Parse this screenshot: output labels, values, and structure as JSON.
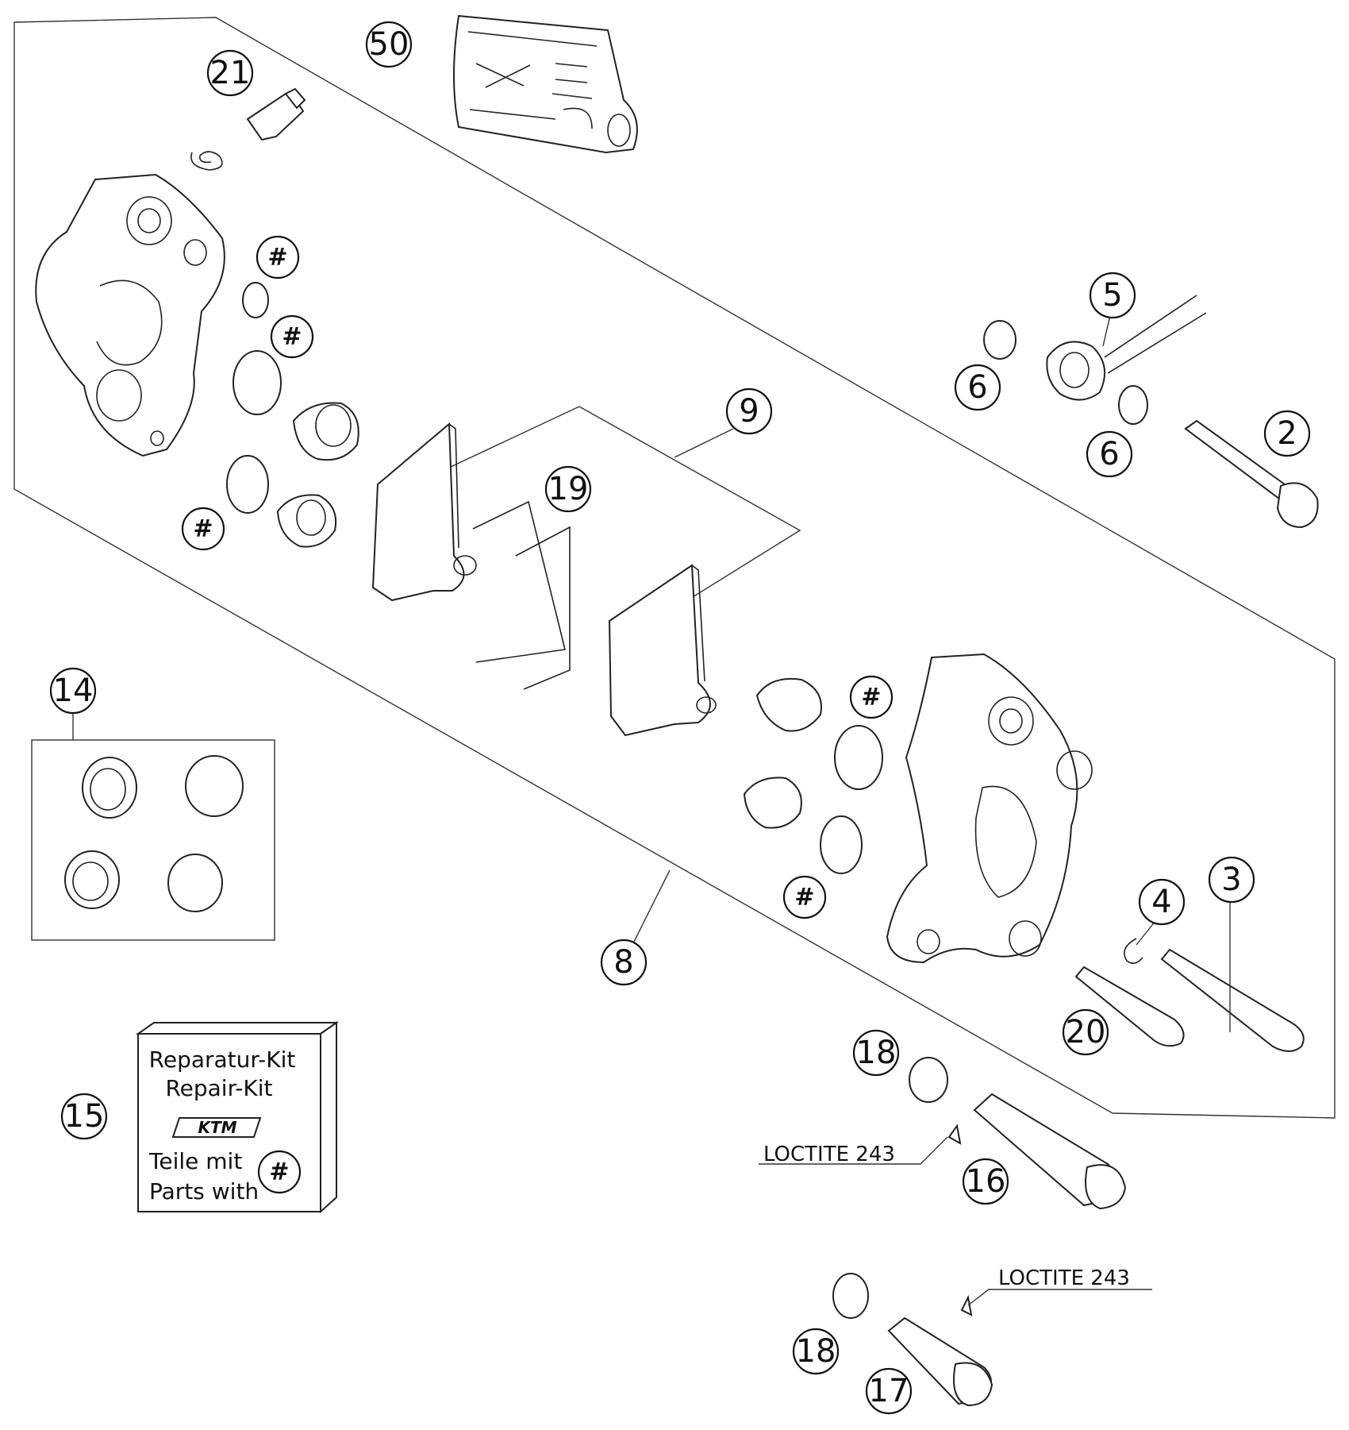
{
  "diagram": {
    "callouts": {
      "c50": "50",
      "c21": "21",
      "c5": "5",
      "c6a": "6",
      "c6b": "6",
      "c2": "2",
      "c9": "9",
      "c19": "19",
      "c14": "14",
      "c8": "8",
      "c4": "4",
      "c3": "3",
      "c20": "20",
      "c18a": "18",
      "c16": "16",
      "c15": "15",
      "c18b": "18",
      "c17": "17"
    },
    "hash_marker": "#",
    "repair_kit": {
      "line1": "Reparatur-Kit",
      "line2": "Repair-Kit",
      "logo": "KTM",
      "line3": "Teile mit",
      "line4": "Parts with",
      "marker": "#"
    },
    "loctite_labels": {
      "upper": "LOCTITE 243",
      "lower": "LOCTITE 243"
    }
  }
}
